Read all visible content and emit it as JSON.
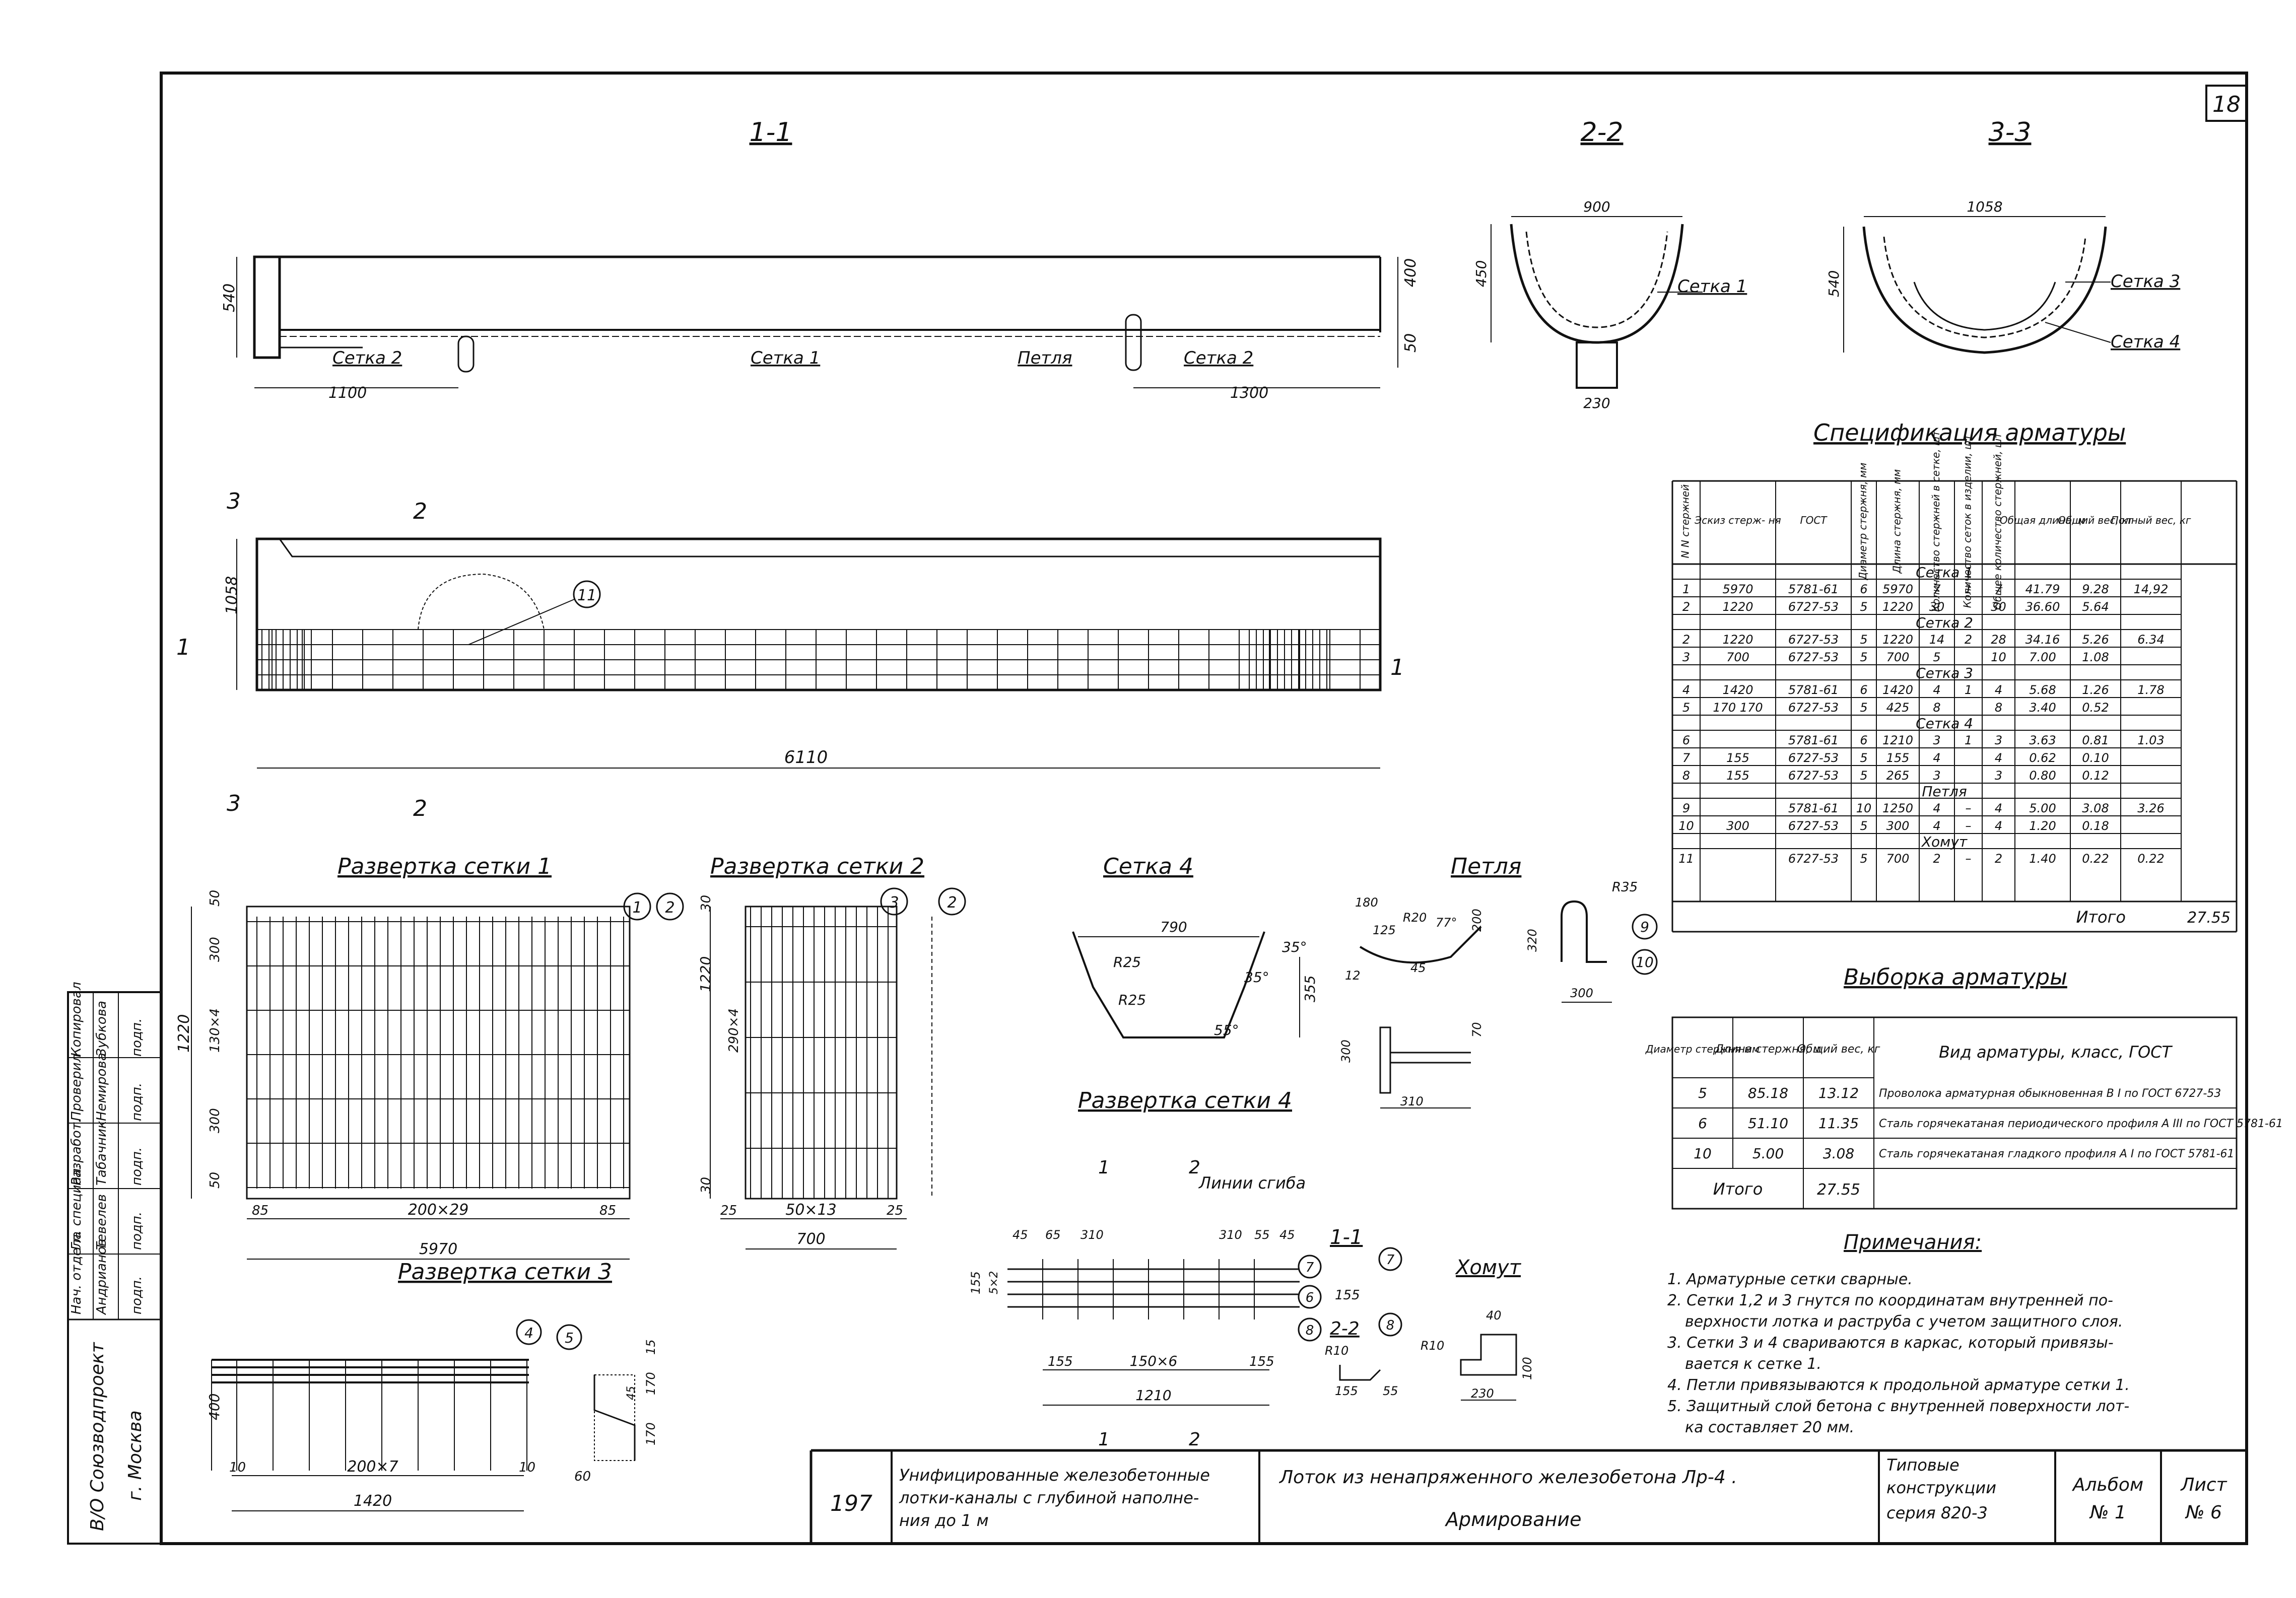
{
  "sheet": {
    "number": "18",
    "code": "197"
  },
  "sections": {
    "s11": {
      "title": "1-1",
      "d540": "540",
      "d400": "400",
      "d50": "50",
      "d1100": "1100",
      "d1300": "1300",
      "setka2a": "Сетка 2",
      "setka1": "Сетка 1",
      "petlya": "Петля",
      "setka2b": "Сетка 2"
    },
    "s22": {
      "title": "2-2",
      "d900": "900",
      "d450": "450",
      "d230": "230",
      "setka1": "Сетка 1"
    },
    "s33": {
      "title": "3-3",
      "d1058": "1058",
      "d540": "540",
      "setka3": "Сетка 3",
      "setka4": "Сетка 4"
    },
    "plan": {
      "d1058": "1058",
      "d6110": "6110",
      "c3": "3",
      "c2": "2",
      "c1": "1",
      "m11": "11"
    }
  },
  "mesh1": {
    "title": "Развертка сетки 1",
    "d50a": "50",
    "d300a": "300",
    "d130x4": "130×4",
    "d1220": "1220",
    "d300b": "300",
    "d50b": "50",
    "d85a": "85",
    "d200x29": "200×29",
    "d85b": "85",
    "d5970": "5970",
    "m1": "1",
    "m2": "2"
  },
  "mesh2": {
    "title": "Развертка сетки 2",
    "d30a": "30",
    "d290x4": "290×4",
    "d1220": "1220",
    "d30b": "30",
    "d25a": "25",
    "d50x13": "50×13",
    "d25b": "25",
    "d700": "700",
    "m3": "3",
    "m2": "2"
  },
  "mesh3": {
    "title": "Развертка сетки 3",
    "d400": "400",
    "d10a": "10",
    "d200x7": "200×7",
    "d10b": "10",
    "d1420": "1420",
    "m4": "4",
    "m5": "5",
    "d15": "15",
    "d170a": "170",
    "d45": "45",
    "d170b": "170",
    "d60": "60"
  },
  "mesh4": {
    "title": "Сетка 4",
    "d790": "790",
    "r25a": "R25",
    "r25b": "R25",
    "a35a": "35°",
    "a35b": "35°",
    "d355": "355",
    "a55": "55°"
  },
  "loop": {
    "title": "Петля",
    "d180": "180",
    "d125": "125",
    "r20": "R20",
    "a77": "77°",
    "d200": "200",
    "d12": "12",
    "d45": "45",
    "r35": "R35",
    "d320": "320",
    "d300": "300",
    "m9": "9",
    "m10": "10",
    "d70": "70",
    "d300b": "300",
    "d310": "310"
  },
  "mesh4dev": {
    "title": "Развертка сетки 4",
    "cut1": "1",
    "cut2": "2",
    "bend": "Линии сгиба",
    "d45a": "45",
    "d65": "65",
    "d310a": "310",
    "d310b": "310",
    "d55": "55",
    "d45b": "45",
    "d155v": "155",
    "d5x2": "5×2",
    "m7": "7",
    "m6": "6",
    "m8": "8",
    "d155a": "155",
    "d150x6": "150×6",
    "d155b": "155",
    "d1210": "1210"
  },
  "sec11b": {
    "title": "1-1",
    "m7": "7",
    "d155": "155"
  },
  "sec22b": {
    "title": "2-2",
    "m8": "8",
    "r10": "R10",
    "d155a": "155",
    "d55": "55"
  },
  "clamp": {
    "title": "Хомут",
    "d40": "40",
    "r10": "R10",
    "d230": "230",
    "d100": "100"
  },
  "spec": {
    "title": "Спецификация арматуры",
    "headers": [
      "N N стержней",
      "Эскиз стерж- ня",
      "ГОСТ",
      "Диаметр стержня, мм",
      "Длина стержня, мм",
      "Количество стержней в сетке, шт",
      "Количество сеток в изделии, шт",
      "Общее количество стержней, шт",
      "Общая длина, м",
      "Общий вес, кг",
      "Полный вес, кг"
    ],
    "g1": "Сетка 1",
    "g2": "Сетка 2",
    "g3": "Сетка 3",
    "g4": "Сетка 4",
    "g5": "Петля",
    "g6": "Хомут",
    "rows": [
      [
        "1",
        "5970",
        "5781-61",
        "6",
        "5970",
        "7",
        "1",
        "7",
        "41.79",
        "9.28",
        "14,92"
      ],
      [
        "2",
        "1220",
        "6727-53",
        "5",
        "1220",
        "30",
        "",
        "30",
        "36.60",
        "5.64",
        ""
      ],
      [
        "2",
        "1220",
        "6727-53",
        "5",
        "1220",
        "14",
        "2",
        "28",
        "34.16",
        "5.26",
        "6.34"
      ],
      [
        "3",
        "700",
        "6727-53",
        "5",
        "700",
        "5",
        "",
        "10",
        "7.00",
        "1.08",
        ""
      ],
      [
        "4",
        "1420",
        "5781-61",
        "6",
        "1420",
        "4",
        "1",
        "4",
        "5.68",
        "1.26",
        "1.78"
      ],
      [
        "5",
        "170 170",
        "6727-53",
        "5",
        "425",
        "8",
        "",
        "8",
        "3.40",
        "0.52",
        ""
      ],
      [
        "6",
        "",
        "5781-61",
        "6",
        "1210",
        "3",
        "1",
        "3",
        "3.63",
        "0.81",
        "1.03"
      ],
      [
        "7",
        "155",
        "6727-53",
        "5",
        "155",
        "4",
        "",
        "4",
        "0.62",
        "0.10",
        ""
      ],
      [
        "8",
        "155",
        "6727-53",
        "5",
        "265",
        "3",
        "",
        "3",
        "0.80",
        "0.12",
        ""
      ],
      [
        "9",
        "",
        "5781-61",
        "10",
        "1250",
        "4",
        "–",
        "4",
        "5.00",
        "3.08",
        "3.26"
      ],
      [
        "10",
        "300",
        "6727-53",
        "5",
        "300",
        "4",
        "–",
        "4",
        "1.20",
        "0.18",
        ""
      ],
      [
        "11",
        "",
        "6727-53",
        "5",
        "700",
        "2",
        "–",
        "2",
        "1.40",
        "0.22",
        "0.22"
      ]
    ],
    "total_label": "Итого",
    "total": "27.55"
  },
  "selection": {
    "title": "Выборка арматуры",
    "h1": "Диаметр стержня мм",
    "h2": "Длина стержня, м",
    "h3": "Общий вес, кг",
    "h4": "Вид арматуры, класс, ГОСТ",
    "rows": [
      [
        "5",
        "85.18",
        "13.12",
        "Проволока арматурная обыкновенная В I по ГОСТ 6727-53"
      ],
      [
        "6",
        "51.10",
        "11.35",
        "Сталь горячекатаная периодического профиля А III по ГОСТ 5781-61"
      ],
      [
        "10",
        "5.00",
        "3.08",
        "Сталь горячекатаная гладкого профиля А I по ГОСТ 5781-61"
      ]
    ],
    "total_label": "Итого",
    "total": "27.55"
  },
  "notes": {
    "title": "Примечания:",
    "items": [
      "1. Арматурные сетки сварные.",
      "2. Сетки 1,2 и 3 гнутся по координатам внутренней по-",
      "верхности лотка и раструба с учетом защитного слоя.",
      "3. Сетки 3 и 4 свариваются в каркас, который привязы-",
      "вается к сетке 1.",
      "4. Петли привязываются к продольной арматуре сетки 1.",
      "5. Защитный слой бетона с внутренней поверхности лот-",
      "ка составляет 20 мм."
    ]
  },
  "stamp": {
    "org1": "В/О Союзводпроект",
    "org2": "г. Москва",
    "roles": [
      "Нач. отдела",
      "Гл. специал.",
      "Разработ.",
      "Проверил",
      "Копировал"
    ],
    "names": [
      "Андрианов",
      "Тевелев",
      "Табачник",
      "Немирова",
      "Зубкова"
    ],
    "sigs": [
      "подп.",
      "подп.",
      "подп.",
      "подп.",
      "подп."
    ],
    "desc1": "Унифицированные железобетонные",
    "desc2": "лотки-каналы с глубиной наполне-",
    "desc3": "ния до 1 м",
    "item1": "Лоток из ненапряженного железобетона Лр-4 .",
    "item2": "Армирование",
    "series1": "Типовые",
    "series2": "конструкции",
    "series3": "серия 820-3",
    "album1": "Альбом",
    "album2": "№ 1",
    "sheet1": "Лист",
    "sheet2": "№ 6"
  }
}
